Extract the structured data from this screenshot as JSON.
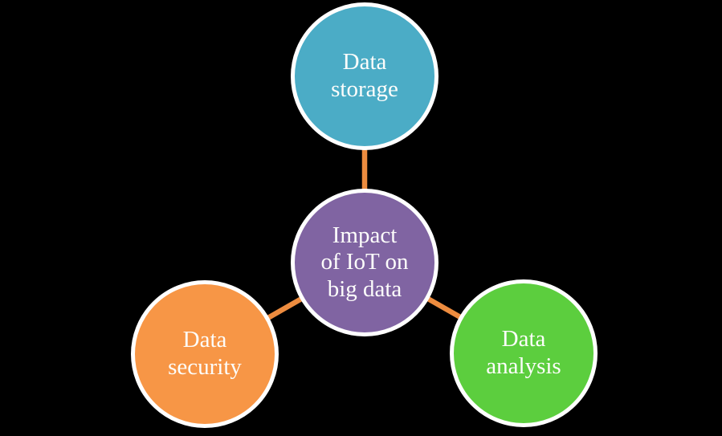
{
  "page": {
    "background_color": "#000000"
  },
  "diagram": {
    "connector_color": "#ED8C3F",
    "ring_color": "#FFFFFF",
    "text_color": "#FDFDFB",
    "center": {
      "id": "impact-of-iot-on-big-data",
      "label": "Impact\nof IoT on\nbig data",
      "color": "#8064A2"
    },
    "nodes": [
      {
        "id": "data-storage",
        "label": "Data\nstorage",
        "color": "#4BACC6"
      },
      {
        "id": "data-security",
        "label": "Data\nsecurity",
        "color": "#F79646"
      },
      {
        "id": "data-analysis",
        "label": "Data\nanalysis",
        "color": "#5CCE3E"
      }
    ]
  }
}
